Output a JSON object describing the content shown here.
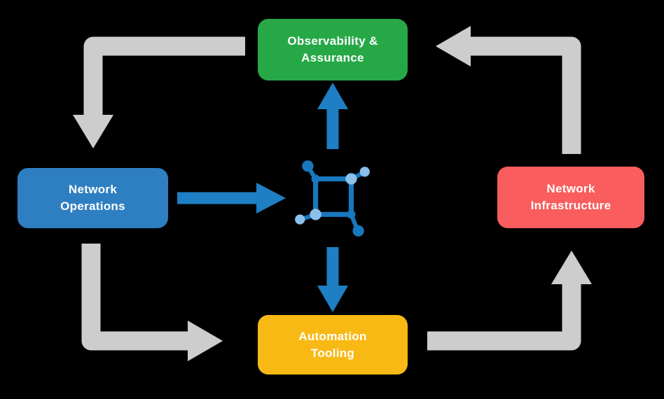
{
  "diagram": {
    "name": "network-automation-cycle",
    "nodes": {
      "observability": {
        "label": "Observability &\nAssurance",
        "color": "#27A847"
      },
      "operations": {
        "label": "Network\nOperations",
        "color": "#2E7FC1"
      },
      "infrastructure": {
        "label": "Network\nInfrastructure",
        "color": "#F95D5D"
      },
      "automation": {
        "label": "Automation\nTooling",
        "color": "#F9B915"
      }
    },
    "arrows": {
      "gray_cycle": [
        "observability-to-operations",
        "operations-to-automation",
        "automation-to-infrastructure",
        "infrastructure-to-observability"
      ],
      "blue_spokes": [
        "operations-to-center",
        "center-to-observability",
        "center-to-automation"
      ]
    },
    "center_icon": "network-nodes-icon"
  },
  "colors": {
    "arrow_gray": "#CDCDCD",
    "arrow_blue": "#1E7FC4",
    "icon_dark": "#1878BE",
    "icon_light": "#8BC0EA",
    "background": "#000000",
    "text": "#FFFFFF"
  }
}
